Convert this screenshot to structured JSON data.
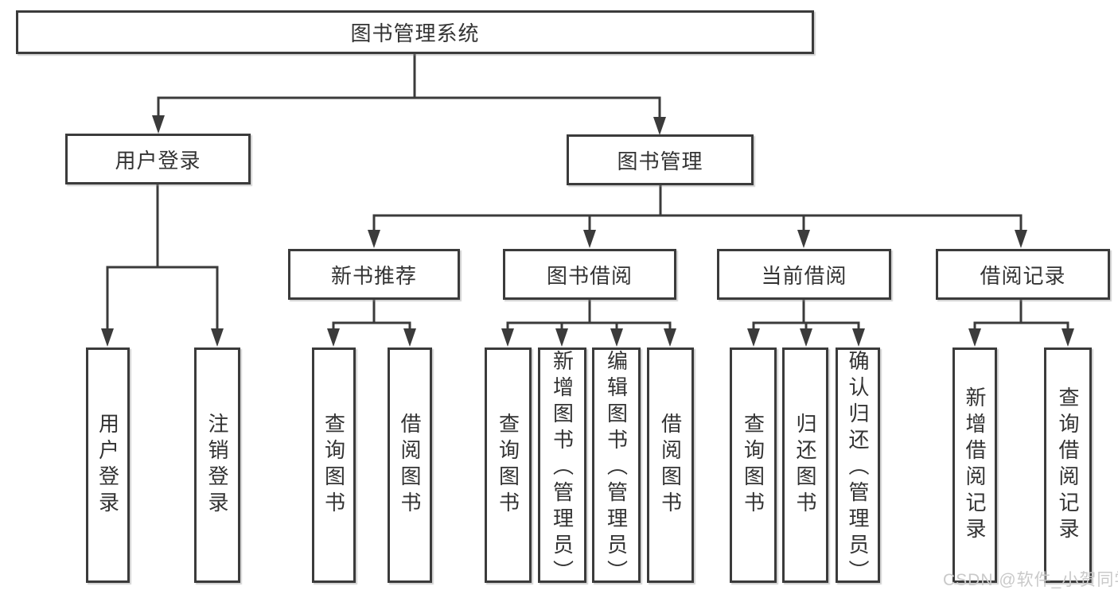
{
  "tree": {
    "label": "图书管理系统",
    "children": [
      {
        "label": "用户登录",
        "children": [
          {
            "label": "用户登录"
          },
          {
            "label": "注销登录"
          }
        ]
      },
      {
        "label": "图书管理",
        "children": [
          {
            "label": "新书推荐",
            "children": [
              {
                "label": "查询图书"
              },
              {
                "label": "借阅图书"
              }
            ]
          },
          {
            "label": "图书借阅",
            "children": [
              {
                "label": "查询图书"
              },
              {
                "label": "新增图书（管理员）"
              },
              {
                "label": "编辑图书（管理员）"
              },
              {
                "label": "借阅图书"
              }
            ]
          },
          {
            "label": "当前借阅",
            "children": [
              {
                "label": "查询图书"
              },
              {
                "label": "归还图书"
              },
              {
                "label": "确认归还（管理员）"
              }
            ]
          },
          {
            "label": "借阅记录",
            "children": [
              {
                "label": "新增借阅记录"
              },
              {
                "label": "查询借阅记录"
              }
            ]
          }
        ]
      }
    ]
  },
  "watermark": {
    "text": "CSDN @软件_小贺同学"
  },
  "colors": {
    "line": "#3b3b3b",
    "text": "#333333",
    "box_background": "#ffffff",
    "watermark": "#c9c9c9"
  }
}
